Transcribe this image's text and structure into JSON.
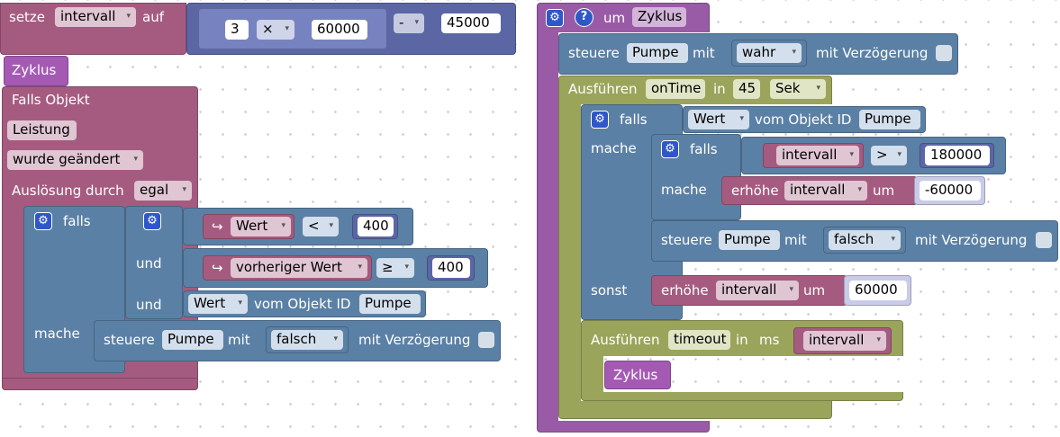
{
  "left": {
    "setze": {
      "kw": "setze",
      "var": "intervall",
      "kw2": "auf",
      "n1": "3",
      "op1": "×",
      "n2": "60000",
      "op2": "-",
      "n3": "45000"
    },
    "zyklus": "Zyklus",
    "trigger": {
      "title": "Falls Objekt",
      "obj": "Leistung",
      "cond": "wurde geändert",
      "ausl": "Auslösung durch",
      "egal": "egal",
      "if": {
        "falls": "falls",
        "und1": "und",
        "und2": "und",
        "mache": "mache",
        "c1_var": "Wert",
        "c1_op": "<",
        "c1_val": "400",
        "c2_var": "vorheriger Wert",
        "c2_op": "≥",
        "c2_val": "400",
        "c3_dd": "Wert",
        "c3_label": "vom Objekt ID",
        "c3_obj": "Pumpe",
        "arrow": "↪",
        "steuere": {
          "kw": "steuere",
          "obj": "Pumpe",
          "mit": "mit",
          "val": "falsch",
          "delay": "mit Verzögerung"
        }
      }
    }
  },
  "right": {
    "func": {
      "um": "um",
      "name": "Zyklus"
    },
    "steuere1": {
      "kw": "steuere",
      "obj": "Pumpe",
      "mit": "mit",
      "val": "wahr",
      "delay": "mit Verzögerung"
    },
    "ontime": {
      "kw": "Ausführen",
      "var": "onTime",
      "in": "in",
      "n": "45",
      "unit": "Sek"
    },
    "if1": {
      "falls": "falls",
      "dd": "Wert",
      "label": "vom Objekt ID",
      "obj": "Pumpe",
      "mache": "mache",
      "sonst": "sonst",
      "if2": {
        "falls": "falls",
        "mache": "mache",
        "var": "intervall",
        "op": ">",
        "val": "180000",
        "erhoehe": {
          "kw": "erhöhe",
          "var": "intervall",
          "um": "um",
          "val": "-60000"
        }
      },
      "steuere": {
        "kw": "steuere",
        "obj": "Pumpe",
        "mit": "mit",
        "val": "falsch",
        "delay": "mit Verzögerung"
      },
      "erhoehe": {
        "kw": "erhöhe",
        "var": "intervall",
        "um": "um",
        "val": "60000"
      }
    },
    "timeout": {
      "kw": "Ausführen",
      "var": "timeout",
      "in": "in",
      "unit": "ms",
      "ivar": "intervall"
    },
    "zyklus": "Zyklus"
  },
  "icons": {
    "gear": "⚙",
    "help": "?",
    "arrow": "▾"
  }
}
